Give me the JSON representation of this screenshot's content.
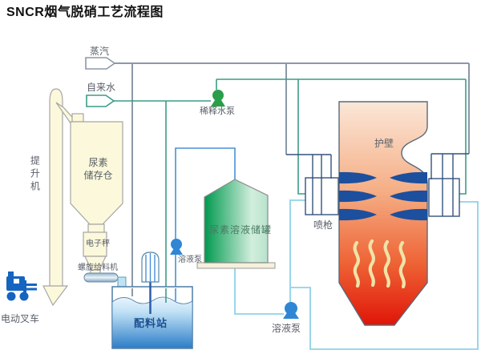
{
  "title": "SNCR烟气脱硝工艺流程图",
  "labels": {
    "steam": "蒸汽",
    "tap_water": "自来水",
    "dilution_pump": "稀释水泵",
    "elevator": "提升机",
    "urea_silo_line1": "尿素",
    "urea_silo_line2": "储存仓",
    "electronic_scale": "电子秤",
    "screw_feeder": "螺旋给料机",
    "forklift": "电动叉车",
    "batching_station": "配料站",
    "solution_pump_1": "溶液泵",
    "urea_solution_tank": "尿素溶液储罐",
    "solution_pump_2": "溶液泵",
    "furnace_wall": "护壁",
    "spray_gun": "喷枪"
  },
  "colors": {
    "steam_pipe": "#8a98a8",
    "water_pipe": "#3d9c86",
    "urea_pipe": "#4a90d9",
    "recirc_pipe": "#8ed2e8",
    "manifold_pipe": "#33527e",
    "pump_blue": "#2e86d4",
    "pump_green": "#2a9e4a",
    "spray_navy": "#1c4f9e",
    "furnace_top": "#fbe7d8",
    "furnace_bottom": "#e01508",
    "flame_cream": "#f0e3a8",
    "silo_cream": "#fcf8dc",
    "water_blue": "#2e7fc8",
    "tank_green": "#00994f",
    "label_gray": "#5a6068",
    "label_navy": "#1c4f90"
  }
}
